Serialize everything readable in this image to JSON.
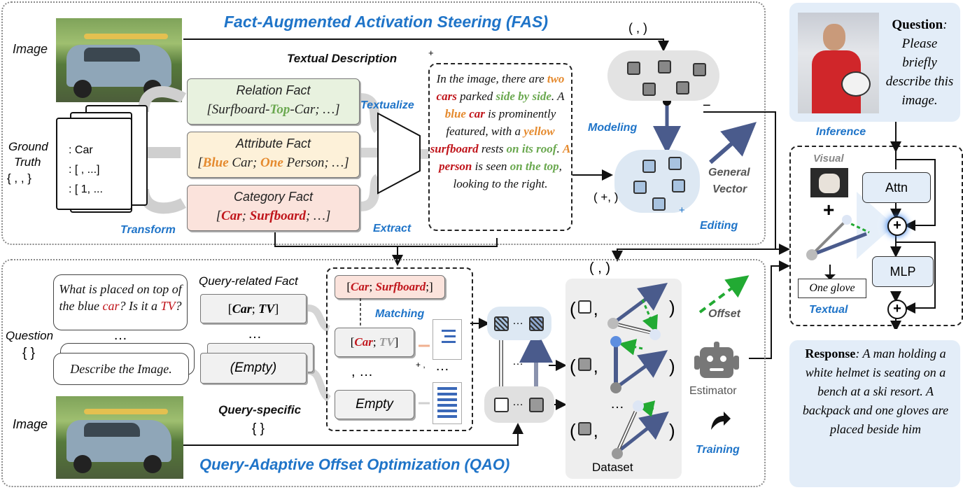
{
  "fas": {
    "title": "Fact-Augmented Activation Steering (FAS)",
    "image_label": "Image",
    "ground_truth_label_1": "Ground",
    "ground_truth_label_2": "Truth",
    "ground_truth_braces": "{ , , }",
    "doc_lines": [
      ": Car",
      ": [ , ...]",
      ": [ 1, ..."
    ],
    "transform_label": "Transform",
    "textual_description_label": "Textual Description",
    "plus_mark": "+",
    "textualize_label": "Textualize",
    "extract_label": "Extract",
    "relation_fact": {
      "title": "Relation Fact",
      "value_pre": "[Surfboard-",
      "value_mid": "Top",
      "value_post": "-Car; …]"
    },
    "attribute_fact": {
      "title": "Attribute Fact",
      "v1": "Blue",
      "v2": " Car; ",
      "v3": "One",
      "v4": " Person; …]",
      "v0": "["
    },
    "category_fact": {
      "title": "Category Fact",
      "v0": "[",
      "v1": "Car",
      "v2": "; ",
      "v3": "Surfboard",
      "v4": "; …]"
    },
    "description": {
      "p1": "In the image, there are ",
      "two": "two",
      "cars": "cars",
      "p2": " parked ",
      "sbs": "side by side",
      "p3": ". A ",
      "blue": "blue",
      "car": "car",
      "p4": " is prominently featured, with a ",
      "yellow": "yellow",
      "surfboard": "surfboard",
      "p5": " rests ",
      "onroof": "on its roof",
      "p6": ". ",
      "a": "A",
      "person": "person",
      "p7": " is seen ",
      "ontop": "on the top",
      "p8": ", looking to the right."
    },
    "modeling_label": "Modeling",
    "minus_mark": "−",
    "paren_top": "( , )",
    "paren_mid": "( +, )",
    "plus_small": "+",
    "general_vector_1": "General",
    "general_vector_2": "Vector",
    "editing_label": "Editing"
  },
  "inference": {
    "question_bold": "Question",
    "question_text": ": Please briefly describe this image.",
    "inference_label": "Inference",
    "visual_label": "Visual",
    "textual_label": "Textual",
    "one_glove": "One glove",
    "attn": "Attn",
    "mlp": "MLP",
    "response_bold": "Response",
    "response_text": ": A man holding a white helmet is seating on a bench at a ski resort. A backpack and one gloves are placed beside him"
  },
  "qao": {
    "title": "Query-Adaptive Offset Optimization (QAO)",
    "question_label": "Question",
    "question_braces": "{ }",
    "bubble1_pre": "What is placed on top of the blue ",
    "bubble1_car": "car",
    "bubble1_mid": "? Is it a ",
    "bubble1_tv": "TV",
    "bubble1_post": "?",
    "dots": "…",
    "bubble2": "Describe the Image.",
    "image_label": "Image",
    "query_related_label": "Query-related Fact",
    "qr1_pre": "[",
    "qr1_car": "Car",
    "qr1_mid": "; ",
    "qr1_tv": "TV",
    "qr1_post": "]",
    "qr2": "(Empty)",
    "query_specific_label": "Query-specific",
    "query_specific_braces": "{ }",
    "match_top_pre": "[",
    "match_top_car": "Car",
    "match_top_mid": "; ",
    "match_top_surf": "Surfboard",
    "match_top_post": ";]",
    "matching_label": "Matching",
    "match_mid_pre": "[",
    "match_mid_car": "Car",
    "match_mid_mid": "; ",
    "match_mid_tv": "TV",
    "match_mid_post": "]",
    "match_empty": "Empty",
    "comma_dots": ", …",
    "plus_comma": "+ ,",
    "paren_top": "( , )",
    "offset_label": "Offset",
    "estimator_label": "Estimator",
    "training_label": "Training",
    "dataset_label": "Dataset"
  },
  "colors": {
    "accent_blue": "#1f74c8",
    "fact_red": "#c0151b",
    "fact_orange": "#e58a2e",
    "fact_green": "#6aa84f",
    "relation_bg": "#e8f2df",
    "attribute_bg": "#fdf1d9",
    "category_bg": "#fbe3dc",
    "arrow_navy": "#4a5b8c",
    "offset_green": "#22aa33"
  }
}
